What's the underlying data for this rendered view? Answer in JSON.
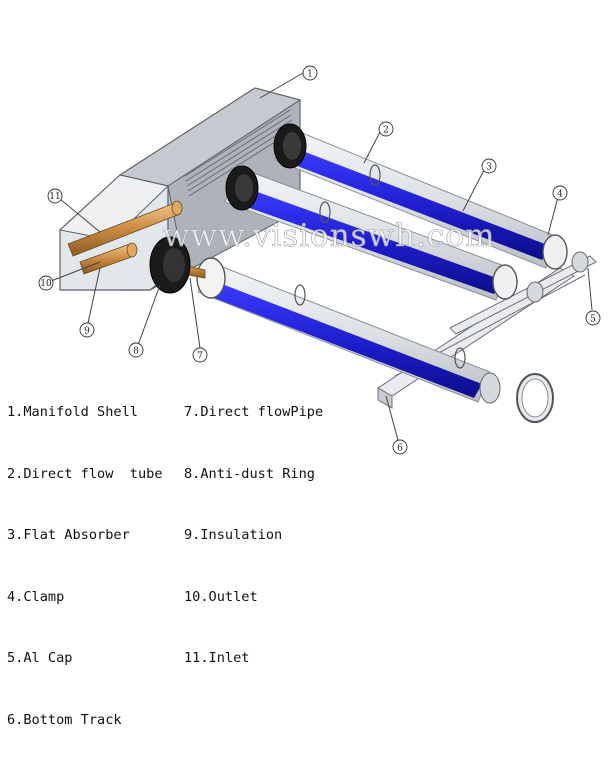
{
  "watermark": "www.visionswh.com",
  "callouts": [
    "1",
    "2",
    "3",
    "4",
    "5",
    "6",
    "7",
    "8",
    "9",
    "10",
    "11"
  ],
  "legend": {
    "left": [
      "1.Manifold Shell",
      "2.Direct flow  tube",
      "3.Flat Absorber",
      "4.Clamp",
      "5.Al Cap",
      "6.Bottom Track"
    ],
    "right": [
      "7.Direct flowPipe",
      "8.Anti-dust Ring",
      "9.Insulation",
      "10.Outlet",
      "11.Inlet"
    ]
  },
  "colors": {
    "absorber": "#2020c8",
    "absorber_dark": "#0d0d8a",
    "glass": "#e6e9ed",
    "manifold": "#b9bec6",
    "copper": "#d39a55",
    "seal": "#1a1a1a"
  }
}
